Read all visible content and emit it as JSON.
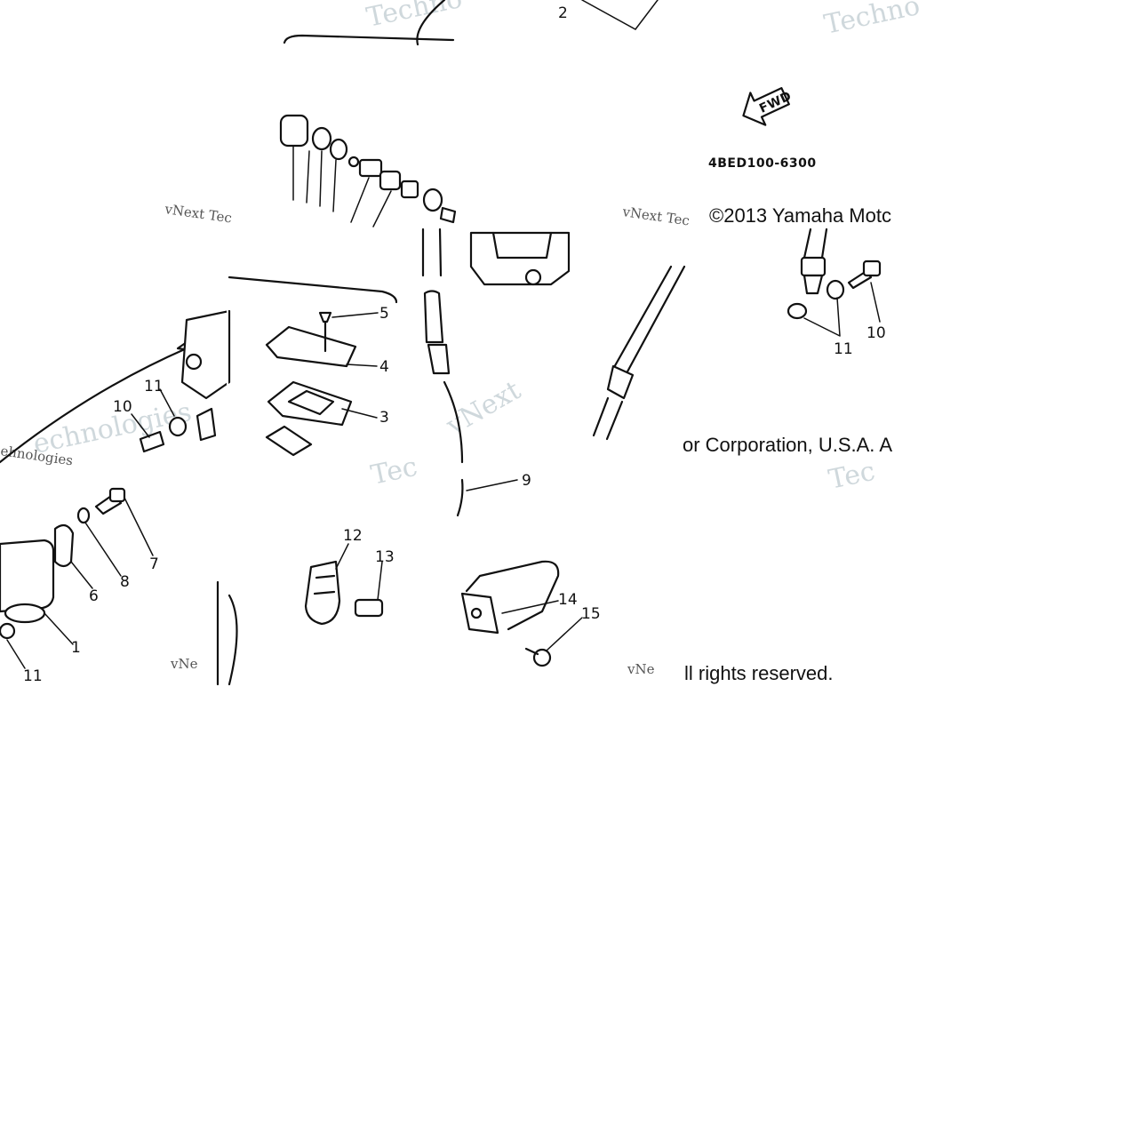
{
  "diagram": {
    "part_code": "4BED100-6300",
    "fwd_label": "FWD",
    "callouts": {
      "c1": "1",
      "c2": "2",
      "c3": "3",
      "c4": "4",
      "c5": "5",
      "c6": "6",
      "c7": "7",
      "c8": "8",
      "c9": "9",
      "c10a": "10",
      "c10b": "10",
      "c11a": "11",
      "c11b": "11",
      "c11c": "11",
      "c12": "12",
      "c13": "13",
      "c14": "14",
      "c15": "15"
    },
    "copyright": {
      "line1": "©2013 Yamaha Motc",
      "line2": "or Corporation, U.S.A. A",
      "line3": "ll rights reserved."
    },
    "watermarks": {
      "w1": "Techno",
      "w2": "Techno",
      "w3": "vNext Tec",
      "w4": "vNext Tec",
      "w5": "ehnologies",
      "w6": "Tec",
      "w7": "Tec",
      "w8": "vNe",
      "w9": "vNe",
      "w10": "echnologies",
      "w11": "vNext"
    }
  }
}
